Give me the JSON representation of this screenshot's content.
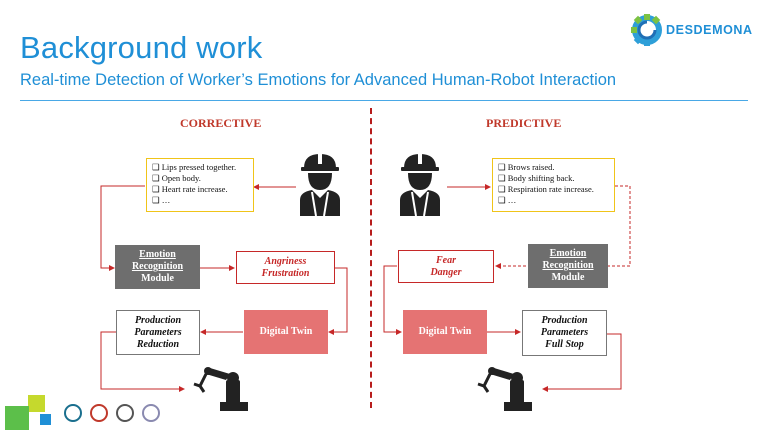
{
  "header": {
    "title": "Background work",
    "subtitle": "Real-time Detection of Worker’s Emotions for Advanced Human-Robot Interaction",
    "logo_text": "DESDEMONA"
  },
  "corrective": {
    "heading": "CORRECTIVE",
    "cues": [
      "❑ Lips pressed together.",
      "❑ Open body.",
      "❑ Heart rate increase.",
      "❑ …"
    ],
    "module_line1": "Emotion",
    "module_line2": "Recognition",
    "module_line3": "Module",
    "emotion_line1": "Angriness",
    "emotion_line2": "Frustration",
    "twin": "Digital Twin",
    "action_line1": "Production",
    "action_line2": "Parameters",
    "action_line3": "Reduction"
  },
  "predictive": {
    "heading": "PREDICTIVE",
    "cues": [
      "❑ Brows raised.",
      "❑ Body shifting back.",
      "❑ Respiration rate increase.",
      "❑ …"
    ],
    "module_line1": "Emotion",
    "module_line2": "Recognition",
    "module_line3": "Module",
    "emotion_line1": "Fear",
    "emotion_line2": "Danger",
    "twin": "Digital Twin",
    "action_line1": "Production",
    "action_line2": "Parameters",
    "action_line3": "Full Stop"
  },
  "colors": {
    "title_blue": "#1f8fd6",
    "arrow_red": "#c62828",
    "module_grey": "#6e6e6e",
    "twin_pink": "#e57373",
    "cue_border": "#f0c419"
  },
  "icons": {
    "worker": "worker-hardhat-icon",
    "robot": "robot-arm-icon",
    "logo": "gear-c-logo-icon"
  }
}
